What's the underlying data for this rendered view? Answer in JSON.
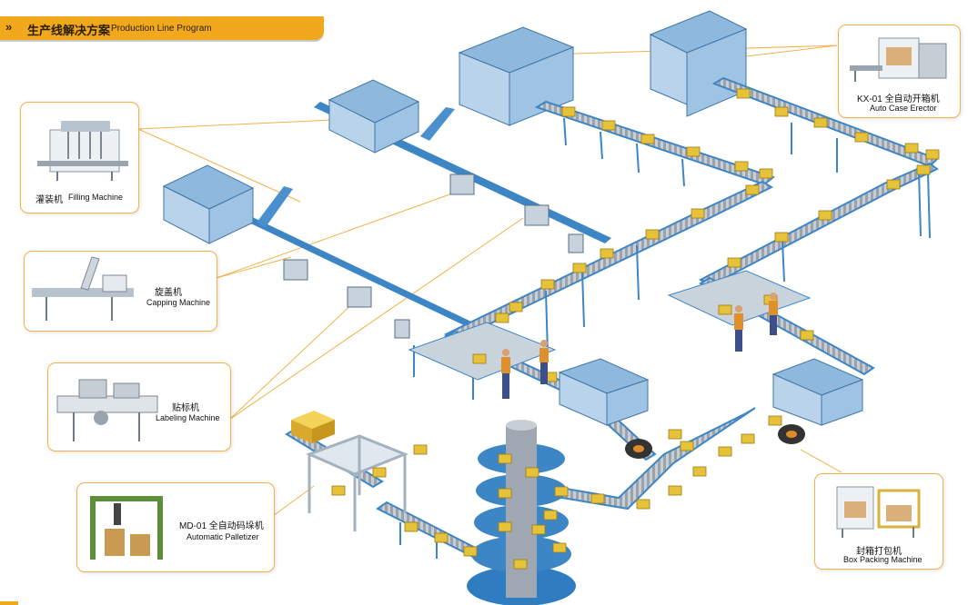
{
  "banner": {
    "glyph": "»",
    "title_cn": "生产线解决方案",
    "title_en": "Production Line Program"
  },
  "callouts": {
    "filling": {
      "cn": "灌装机",
      "en": "Filling Machine"
    },
    "capping": {
      "cn": "旋盖机",
      "en": "Capping Machine"
    },
    "labeling": {
      "cn": "贴标机",
      "en": "Labeling Machine"
    },
    "palletizer": {
      "cn": "MD-01 全自动码垛机",
      "en": "Automatic Palletizer"
    },
    "case_erector": {
      "cn": "KX-01 全自动开箱机",
      "en": "Auto Case Erector"
    },
    "box_packing": {
      "cn": "封箱打包机",
      "en": "Box Packing Machine"
    }
  },
  "colors": {
    "accent": "#f2a81d",
    "conveyor": "#3d86c6",
    "frame": "#4a90cf",
    "glass": "#8fb9dc",
    "box": "#e6c23a",
    "callout_border": "#f2b24a"
  }
}
